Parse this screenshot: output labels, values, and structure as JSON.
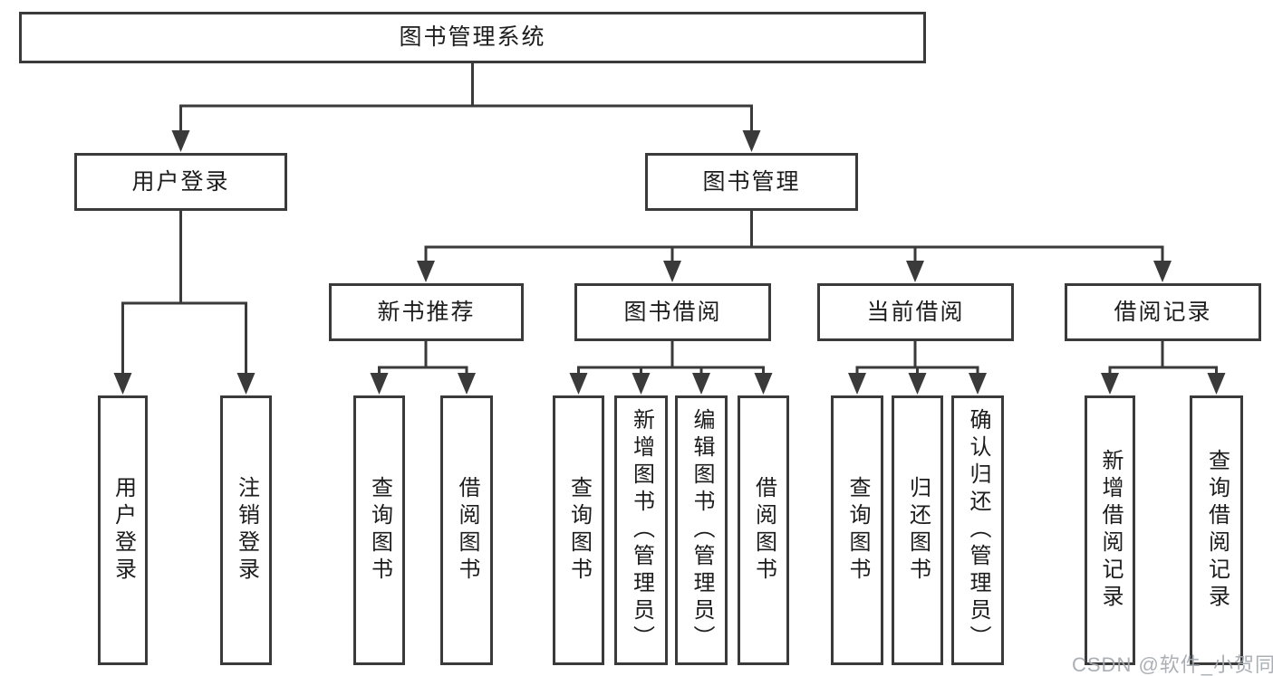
{
  "diagram_title": "图书管理系统",
  "tree": {
    "root": {
      "label": "图书管理系统"
    },
    "branches": [
      {
        "label": "用户登录",
        "children": [
          {
            "label": "用户登录"
          },
          {
            "label": "注销登录"
          }
        ]
      },
      {
        "label": "图书管理",
        "children": [
          {
            "label": "新书推荐",
            "children": [
              {
                "label": "查询图书"
              },
              {
                "label": "借阅图书"
              }
            ]
          },
          {
            "label": "图书借阅",
            "children": [
              {
                "label": "查询图书"
              },
              {
                "label": "新增图书（管理员）"
              },
              {
                "label": "编辑图书（管理员）"
              },
              {
                "label": "借阅图书"
              }
            ]
          },
          {
            "label": "当前借阅",
            "children": [
              {
                "label": "查询图书"
              },
              {
                "label": "归还图书"
              },
              {
                "label": "确认归还（管理员）"
              }
            ]
          },
          {
            "label": "借阅记录",
            "children": [
              {
                "label": "新增借阅记录"
              },
              {
                "label": "查询借阅记录"
              }
            ]
          }
        ]
      }
    ]
  },
  "watermark": {
    "text": "CSDN @软件_小贺同学"
  },
  "colors": {
    "box_border": "#3a3a3a",
    "connector_line": "#3a3a3a",
    "text": "#1c1c1c",
    "watermark": "#a4a9b0",
    "background": "#ffffff"
  }
}
